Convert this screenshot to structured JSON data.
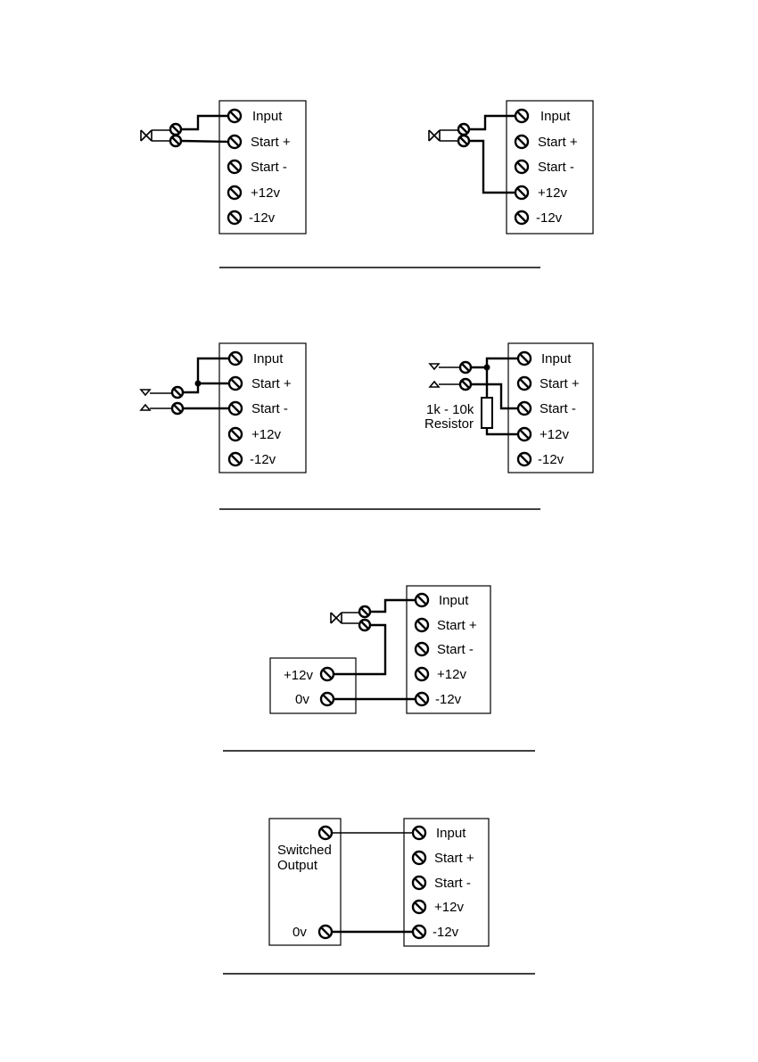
{
  "terminals": {
    "input": "Input",
    "start_plus": "Start +",
    "start_minus": "Start -",
    "plus_12v": "+12v",
    "minus_12v": "-12v"
  },
  "supply": {
    "plus_12v": "+12v",
    "zero_v": "0v"
  },
  "switched_output": {
    "line1": "Switched",
    "line2": "Output",
    "zero_v": "0v"
  },
  "resistor": {
    "value": "1k - 10k",
    "label": "Resistor"
  }
}
